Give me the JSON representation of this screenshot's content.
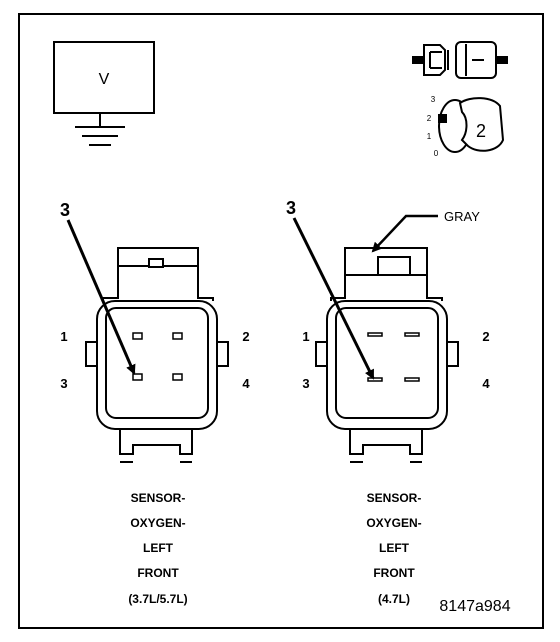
{
  "meter": {
    "label": "V"
  },
  "selector": {
    "scale": [
      "3",
      "2",
      "1",
      "0"
    ],
    "position": "2"
  },
  "left_connector": {
    "callout": "3",
    "pins": {
      "p1": "1",
      "p2": "2",
      "p3": "3",
      "p4": "4"
    },
    "caption": [
      "SENSOR-",
      "OXYGEN-",
      "LEFT",
      "FRONT",
      "(3.7L/5.7L)"
    ]
  },
  "right_connector": {
    "callout": "3",
    "color_label": "GRAY",
    "pins": {
      "p1": "1",
      "p2": "2",
      "p3": "3",
      "p4": "4"
    },
    "caption": [
      "SENSOR-",
      "OXYGEN-",
      "LEFT",
      "FRONT",
      "(4.7L)"
    ]
  },
  "figure_id": "8147a984"
}
